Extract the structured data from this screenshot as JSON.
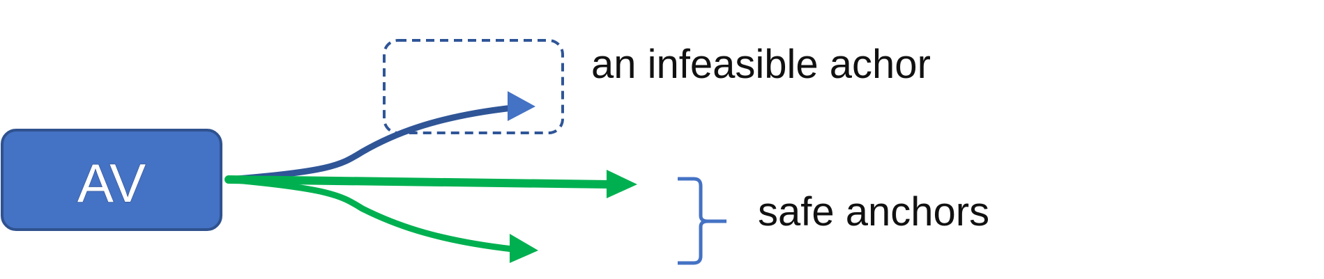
{
  "nodes": {
    "av": {
      "label": "AV"
    }
  },
  "annotations": {
    "infeasible": {
      "label": "an infeasible achor"
    },
    "safe": {
      "label": "safe anchors"
    }
  },
  "colors": {
    "av_fill": "#4472c4",
    "av_border": "#2f528f",
    "infeasible_path": "#2f5597",
    "infeasible_arrowhead": "#4472c4",
    "safe_path": "#00b050",
    "brace": "#4472c4",
    "dashed_box": "#2f5597"
  }
}
